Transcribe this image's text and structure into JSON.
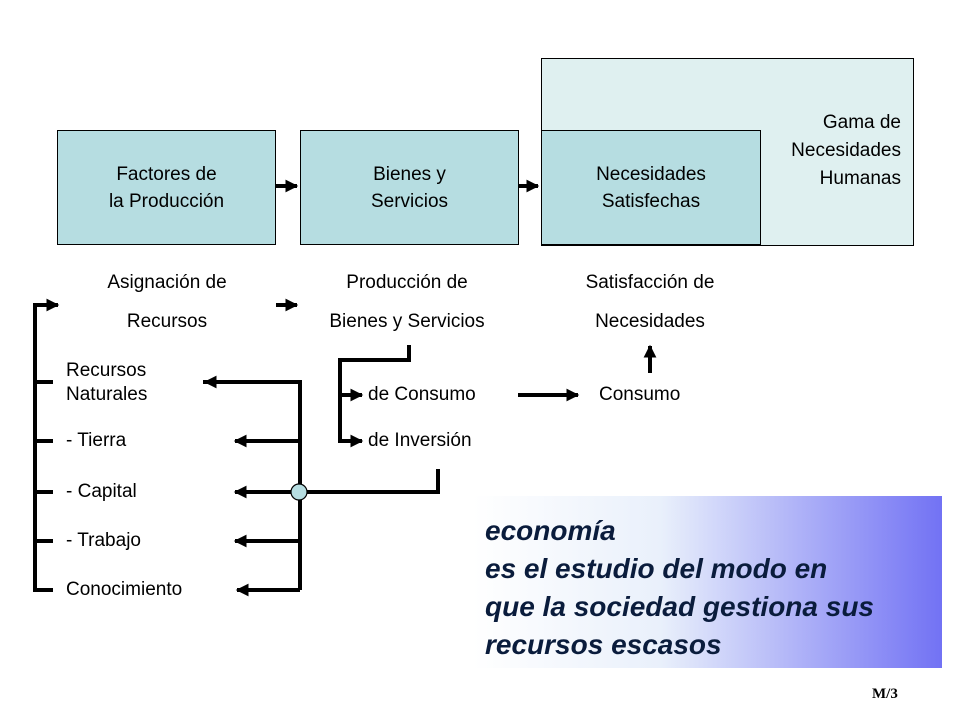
{
  "top_boxes": {
    "factores": [
      "Factores de",
      "la Producción"
    ],
    "bienes": [
      "Bienes y",
      "Servicios"
    ],
    "necesidades": [
      "Necesidades",
      "Satisfechas"
    ],
    "gama": [
      "Gama de",
      "Necesidades",
      "Humanas"
    ]
  },
  "stages": {
    "asignacion": [
      "Asignación de",
      "Recursos"
    ],
    "produccion": [
      "Producción de",
      "Bienes y Servicios"
    ],
    "satisfaccion": [
      "Satisfacción de",
      "Necesidades"
    ]
  },
  "resources": {
    "naturales": [
      "Recursos",
      "Naturales"
    ],
    "tierra": "- Tierra",
    "capital": "- Capital",
    "trabajo": "- Trabajo",
    "conocimiento": "Conocimiento"
  },
  "production_types": {
    "consumo": "de Consumo",
    "inversion": "de Inversión"
  },
  "consumo_label": "Consumo",
  "definition": {
    "line1": "economía",
    "line2": "es el estudio del modo en",
    "line3": "que la sociedad gestiona sus",
    "line4": "recursos escasos"
  },
  "page_number": "M/3",
  "colors": {
    "box_fill": "#b6dde1",
    "gama_fill": "#dff0f0",
    "definition_text": "#0a1c3c",
    "definition_gradient_end": "#7272f4",
    "junction_fill": "#b6dde1"
  }
}
